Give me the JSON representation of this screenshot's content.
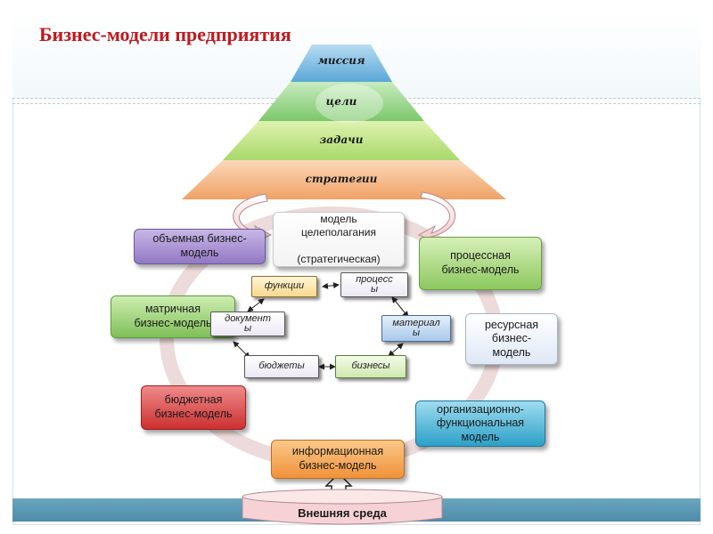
{
  "title": "Бизнес-модели предприятия",
  "pyramid": {
    "levels": [
      "миссия",
      "цели",
      "задачи",
      "стратегии"
    ]
  },
  "models": {
    "goal_setting": "модель\nцелеполагания\n\n(стратегическая)",
    "volume": "объемная бизнес-\nмодель",
    "process": "процессная\nбизнес-модель",
    "matrix": "матричная\nбизнес-модель",
    "resource": "ресурсная\nбизнес-\nмодель",
    "budget": "бюджетная\nбизнес-модель",
    "org_functional": "организационно-\nфункциональная\nмодель",
    "information": "информационная\nбизнес-модель"
  },
  "elements": {
    "functions": "функции",
    "processes": "процесс\nы",
    "documents": "документ\nы",
    "materials": "материал\nы",
    "budgets": "бюджеты",
    "businesses": "бизнесы"
  },
  "environment": "Внешняя среда",
  "colors": {
    "title": "#c0191f",
    "pyramid_top": "#5aa7d8",
    "pyramid_middle": "#8ccf7a",
    "pyramid_lower": "#b6e07a",
    "pyramid_base": "#f2ad73",
    "volume_box": "#9b7ec8",
    "process_box": "#9bd46c",
    "matrix_box": "#8cc766",
    "resource_box": "#e8eef8",
    "budget_box": "#d33c3c",
    "org_box": "#33a8cc",
    "info_box": "#f2a04a",
    "ring": "#ecd6d6"
  }
}
